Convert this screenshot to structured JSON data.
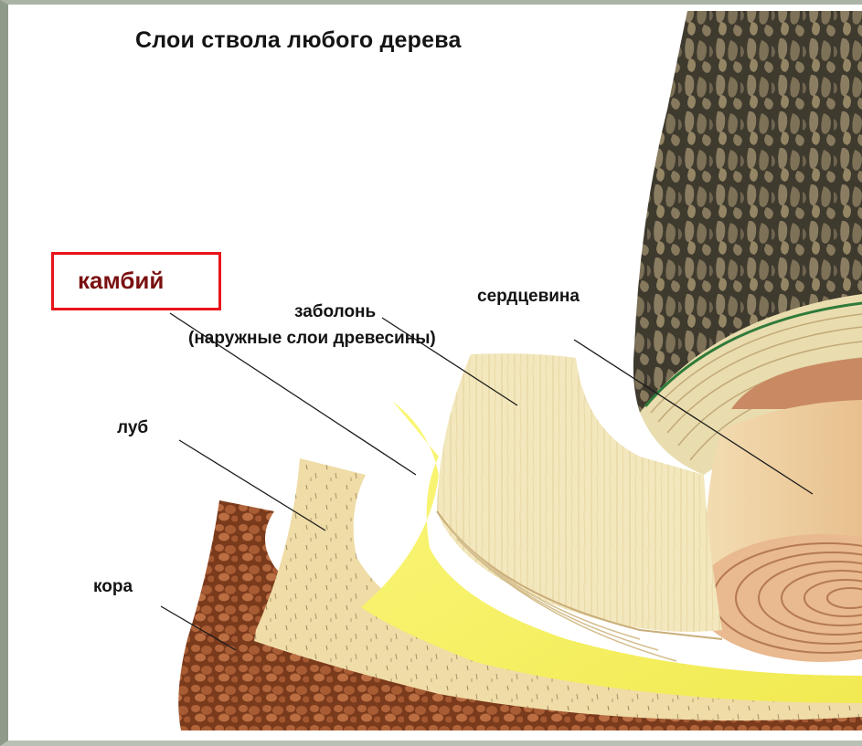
{
  "title": "Слои ствола любого дерева",
  "highlight": {
    "label": "камбий",
    "border_color": "#e8141b"
  },
  "labels": {
    "sapwood_line1": "заболонь",
    "sapwood_line2": "(наружные слои древесины)",
    "heartwood": "сердцевина",
    "phloem": "луб",
    "bark": "кора"
  },
  "colors": {
    "trunk_bark": "#4f4535",
    "outer_bark": "#a0522d",
    "phloem": "#ecd9a2",
    "cambium": "#f4f06a",
    "sapwood": "#f2e6b8",
    "heartwood": "#c98a63"
  }
}
